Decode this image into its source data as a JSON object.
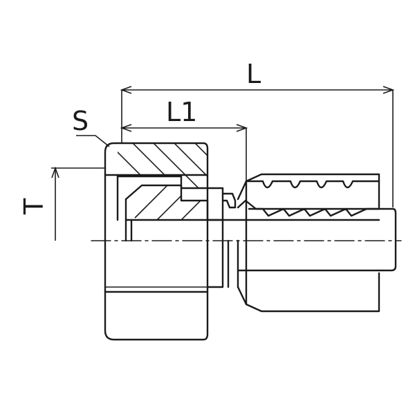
{
  "colors": {
    "line": "#1a1a1a",
    "background": "#ffffff"
  },
  "dimensions": {
    "overall_length_label": "L",
    "partial_length_label": "L1",
    "hex_size_label": "S",
    "thread_label": "T"
  }
}
